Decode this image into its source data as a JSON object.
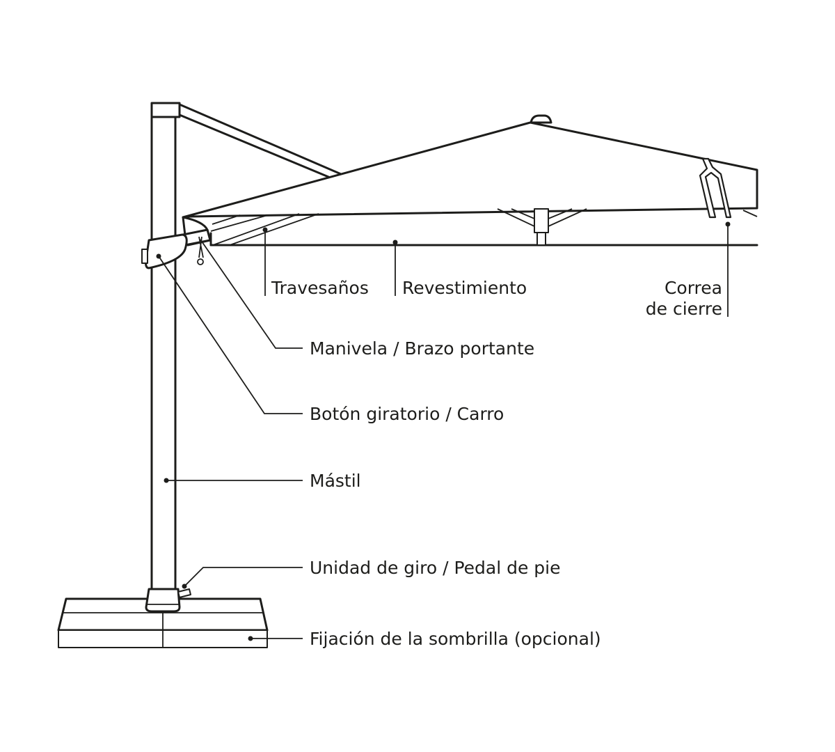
{
  "title": "Partes de la sombrilla",
  "labels": {
    "ribs": "Travesaños",
    "canopy": "Revestimiento",
    "strap_line1": "Correa",
    "strap_line2": "de cierre",
    "crank": "Manivela / Brazo portante",
    "knob": "Botón giratorio / Carro",
    "mast": "Mástil",
    "rotation": "Unidad de giro / Pedal de pie",
    "base": "Fijación de la sombrilla (opcional)"
  },
  "colors": {
    "line": "#1d1d1b",
    "background": "#ffffff"
  }
}
